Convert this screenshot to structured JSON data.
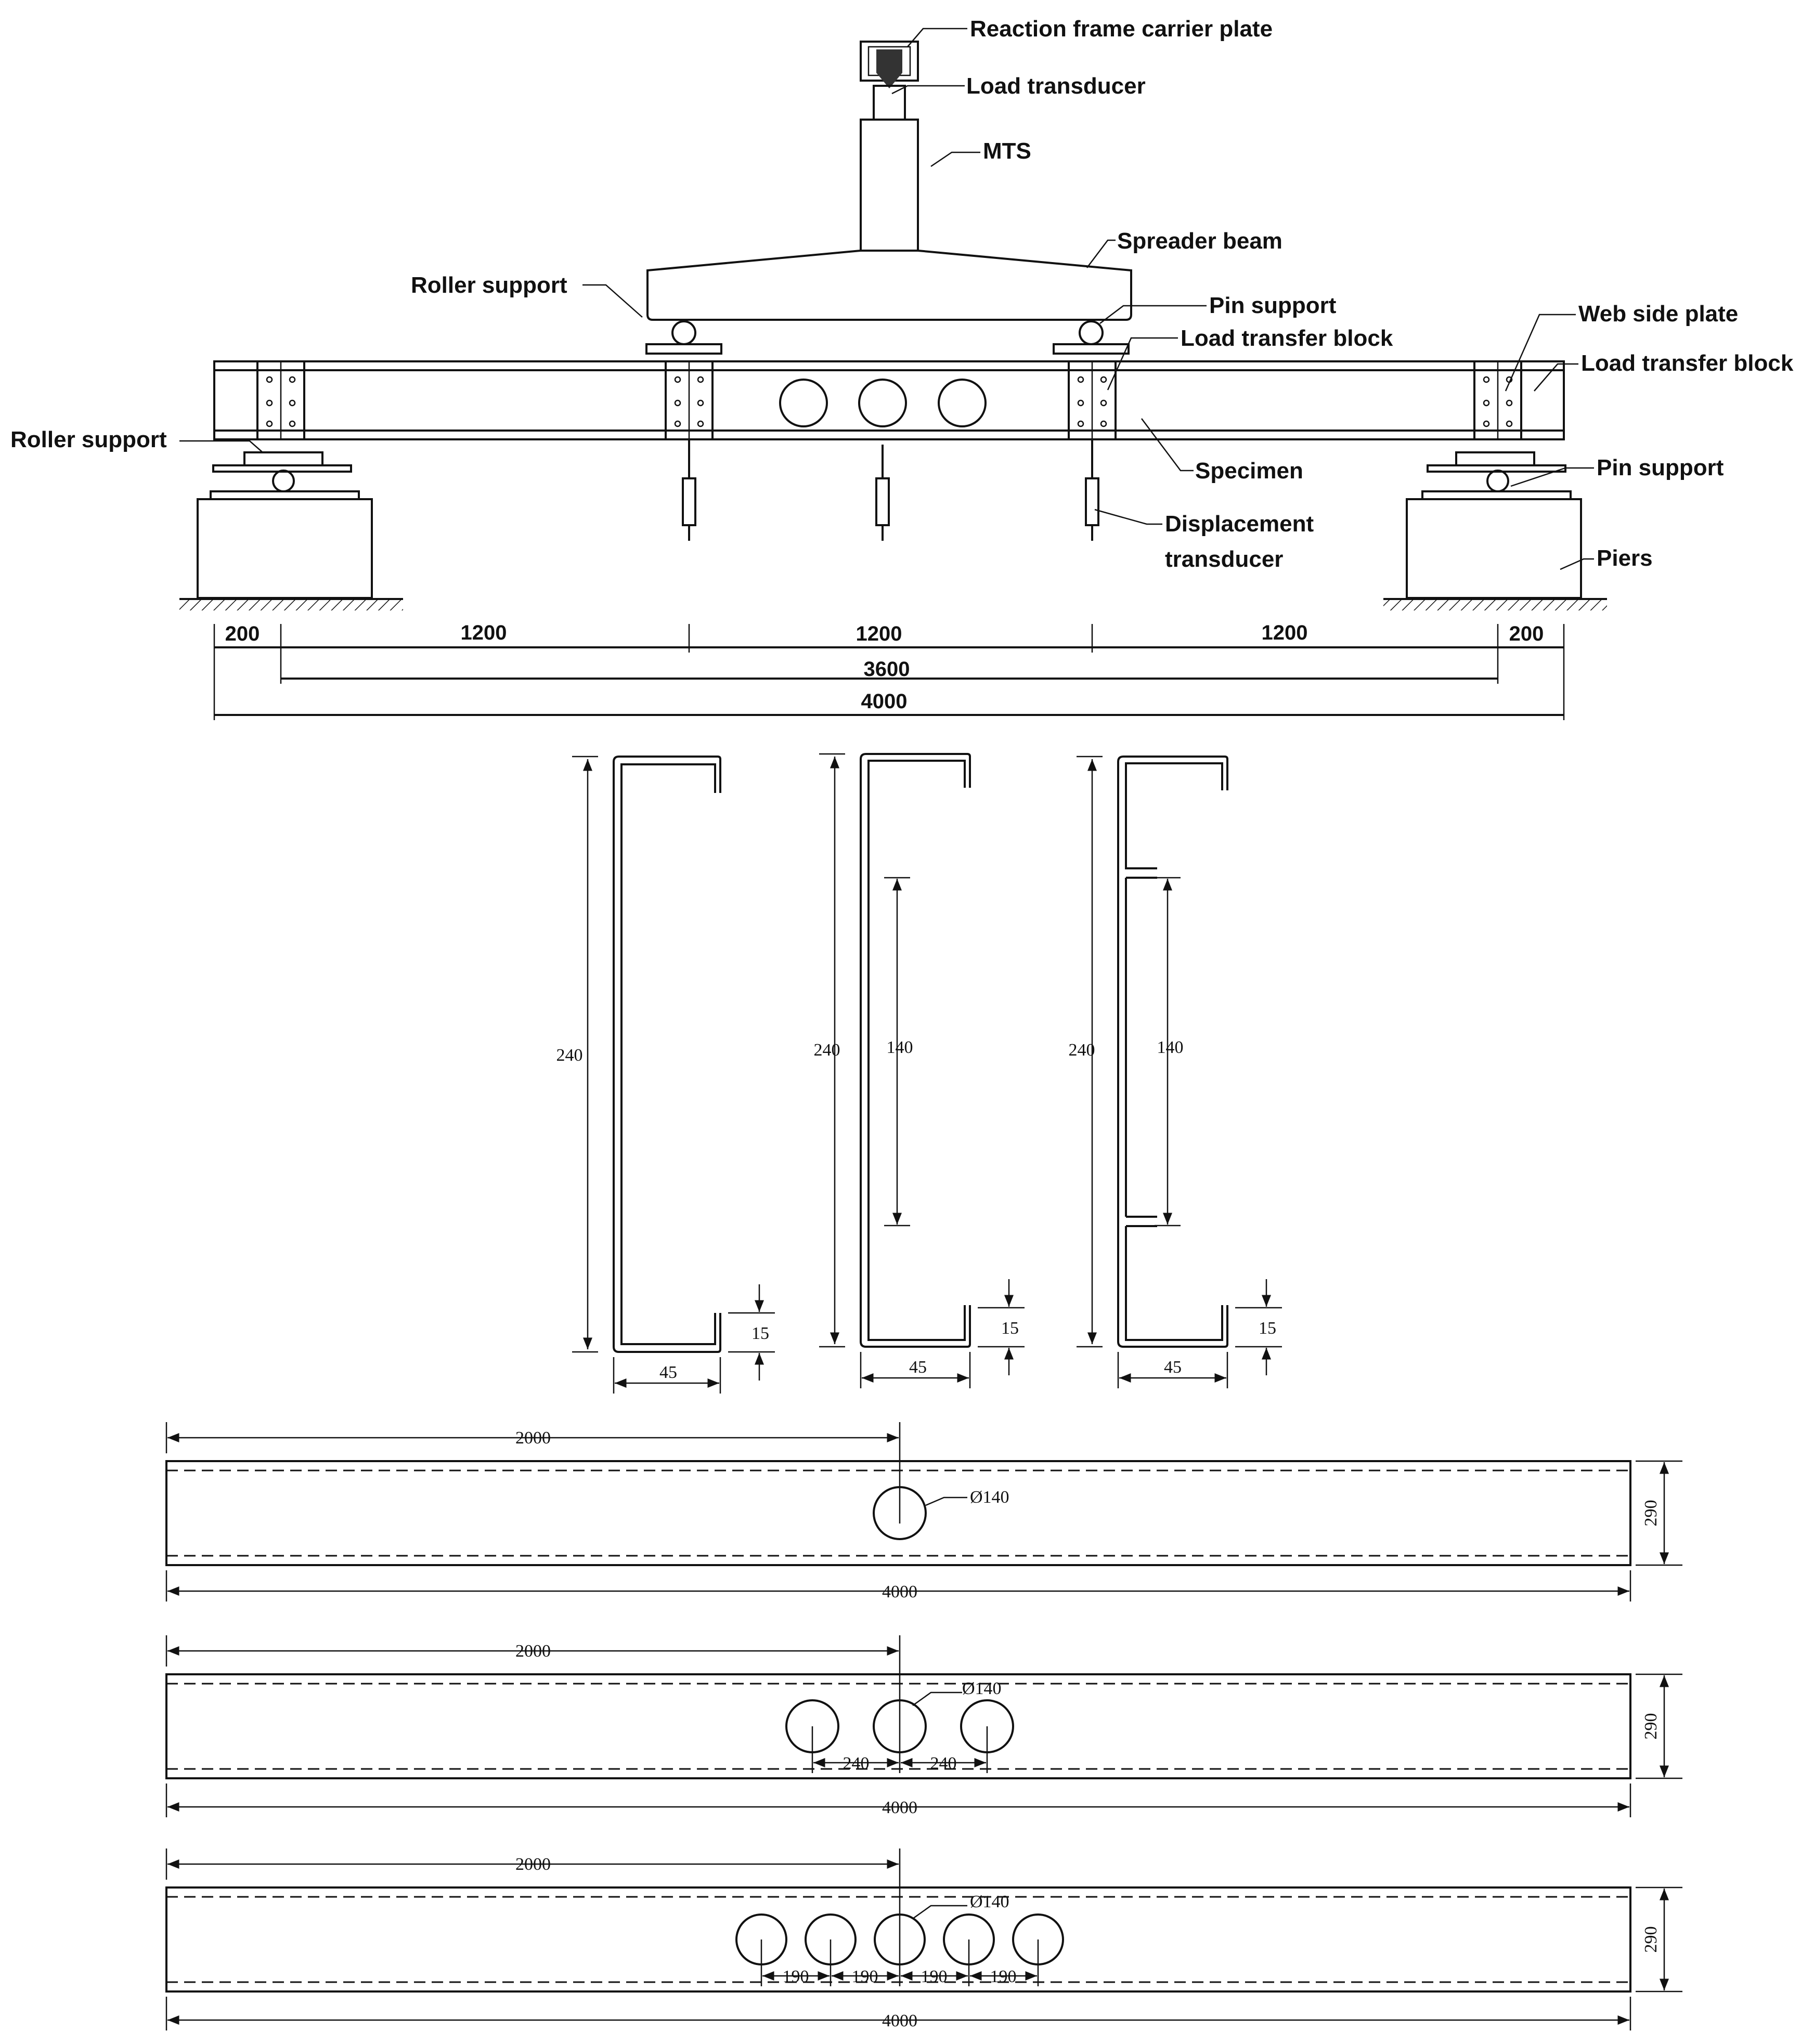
{
  "test_setup": {
    "labels": {
      "reaction_frame": "Reaction frame carrier plate",
      "load_transducer": "Load transducer",
      "mts": "MTS",
      "spreader_beam": "Spreader beam",
      "roller_support_top": "Roller support",
      "pin_support_top": "Pin support",
      "load_transfer_block_mid": "Load transfer block",
      "web_side_plate": "Web side plate",
      "load_transfer_block_right": "Load transfer block",
      "roller_support_left": "Roller support",
      "pin_support_right": "Pin support",
      "specimen": "Specimen",
      "displacement_1": "Displacement",
      "displacement_2": "transducer",
      "piers": "Piers"
    },
    "dims": {
      "left_end": "200",
      "span1": "1200",
      "span2": "1200",
      "span3": "1200",
      "right_end": "200",
      "support_span": "3600",
      "total": "4000"
    }
  },
  "sections": [
    {
      "height": "240",
      "flange": "45",
      "lip": "15"
    },
    {
      "height": "240",
      "opening": "140",
      "flange": "45",
      "lip": "15"
    },
    {
      "height": "240",
      "opening": "140",
      "flange": "45",
      "lip": "15"
    }
  ],
  "plans": [
    {
      "half": "2000",
      "diameter": "Ø140",
      "depth": "290",
      "length": "4000",
      "spacing": []
    },
    {
      "half": "2000",
      "diameter": "Ø140",
      "depth": "290",
      "length": "4000",
      "spacing": [
        "240",
        "240"
      ]
    },
    {
      "half": "2000",
      "diameter": "Ø140",
      "depth": "290",
      "length": "4000",
      "spacing": [
        "190",
        "190",
        "190",
        "190"
      ]
    }
  ]
}
